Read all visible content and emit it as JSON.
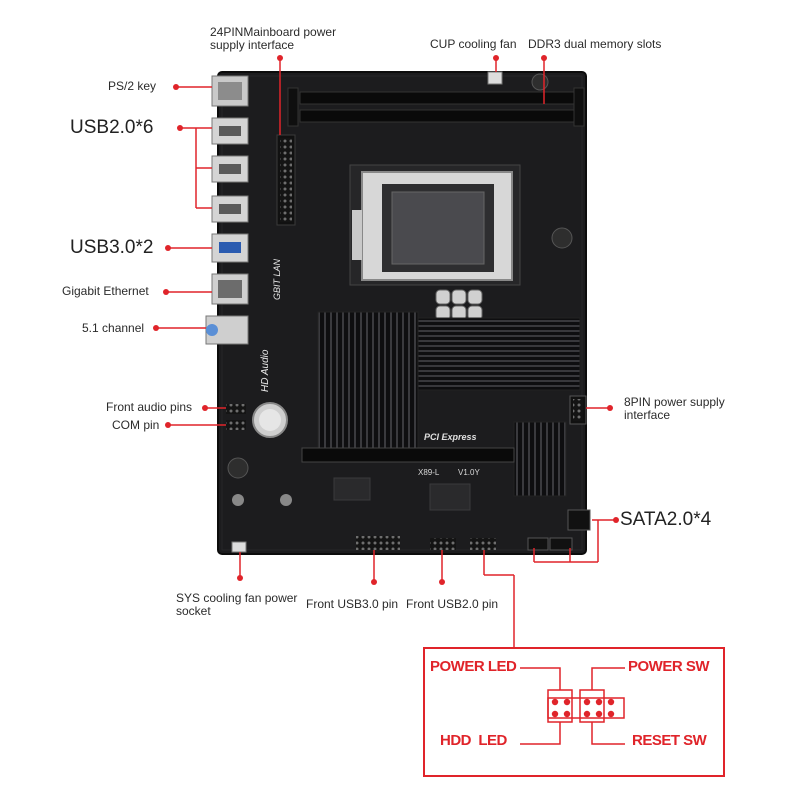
{
  "labels": {
    "atx24": "24PINMainboard power supply interface",
    "cpu_fan": "CUP cooling fan",
    "ddr3": "DDR3 dual memory slots",
    "ps2": "PS/2 key",
    "usb2": "USB2.0*6",
    "usb3": "USB3.0*2",
    "ethernet": "Gigabit Ethernet",
    "audio51": "5.1 channel",
    "front_audio": "Front audio pins",
    "com": "COM pin",
    "eps8": "8PIN power supply interface",
    "sata": "SATA2.0*4",
    "sys_fan": "SYS cooling fan power socket",
    "front_usb3": "Front USB3.0 pin",
    "front_usb2": "Front USB2.0 pin"
  },
  "board_text": {
    "model": "X89-L",
    "version": "V1.0Y",
    "pcie": "PCI Express",
    "hd_audio": "HD Audio",
    "gbit_lan": "GBIT LAN"
  },
  "panel": {
    "power_led": "POWER LED",
    "power_sw": "POWER SW",
    "hdd_led": "HDD  LED",
    "reset_sw": "RESET SW"
  },
  "colors": {
    "pointer": "#e0242a",
    "board": "#1c1c1e",
    "heatsink": "#111113"
  }
}
